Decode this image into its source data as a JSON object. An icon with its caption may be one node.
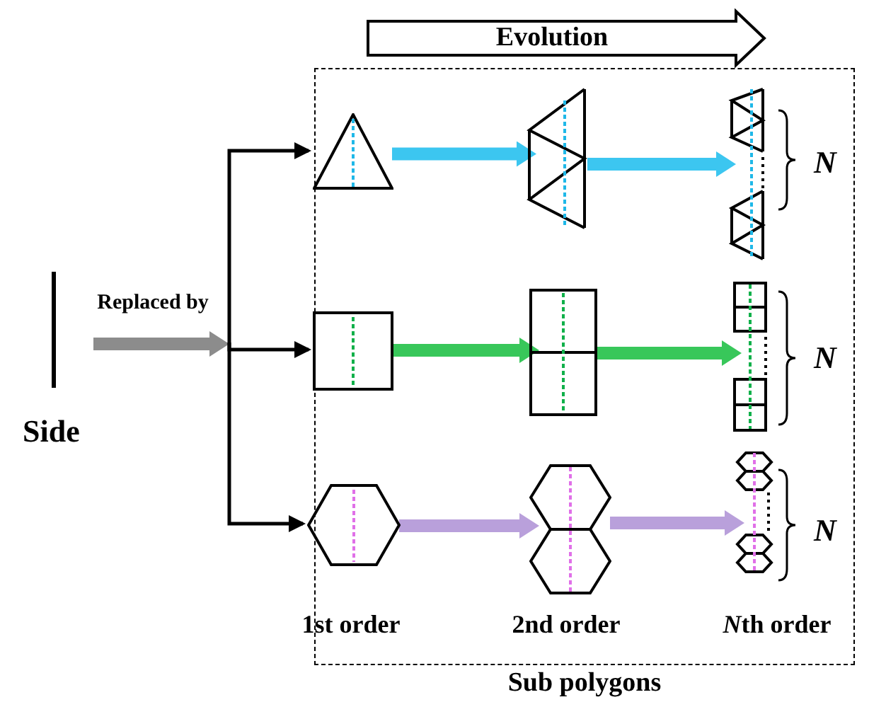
{
  "diagram": {
    "nodes": [
      {
        "text": [
          "Evolution"
        ]
      },
      {
        "text": [
          "Side"
        ]
      },
      {
        "text": [
          "Sub polygons"
        ]
      },
      {
        "text": [],
        "shape": "triangle",
        "in": 2
      },
      {
        "text": [],
        "shape": "picture",
        "in": 2
      },
      {
        "text": [],
        "shape": "picture",
        "in": 2
      },
      {
        "text": [],
        "shape": "box",
        "in": 2
      },
      {
        "text": [],
        "shape": "picture",
        "in": 2
      },
      {
        "text": [],
        "shape": "picture",
        "in": 2
      },
      {
        "text": [],
        "shape": "hexagon",
        "in": 2
      },
      {
        "text": [],
        "shape": "picture",
        "in": 2
      },
      {
        "text": [],
        "shape": "picture",
        "in": 2
      }
    ],
    "edges": [
      {
        "from": 1,
        "to": null,
        "arrow": "to",
        "label": "Replaced by",
        "color": "#8c8c8c"
      },
      {
        "from": null,
        "to": 3,
        "arrow": "to"
      },
      {
        "from": null,
        "to": 6,
        "arrow": "to"
      },
      {
        "from": null,
        "to": 9,
        "arrow": "to"
      },
      {
        "from": 3,
        "to": 4,
        "arrow": "to",
        "color": "#3cc6f0"
      },
      {
        "from": 4,
        "to": 5,
        "arrow": "to",
        "color": "#3cc6f0"
      },
      {
        "from": 6,
        "to": 7,
        "arrow": "to",
        "color": "#38c75a"
      },
      {
        "from": 7,
        "to": 8,
        "arrow": "to",
        "color": "#38c75a"
      },
      {
        "from": 9,
        "to": 10,
        "arrow": "to",
        "color": "#b9a0db"
      },
      {
        "from": 10,
        "to": 11,
        "arrow": "to",
        "color": "#b9a0db"
      }
    ],
    "labels": [
      "N",
      "N",
      "N",
      "1st order",
      "2nd order",
      "Nth order"
    ]
  }
}
